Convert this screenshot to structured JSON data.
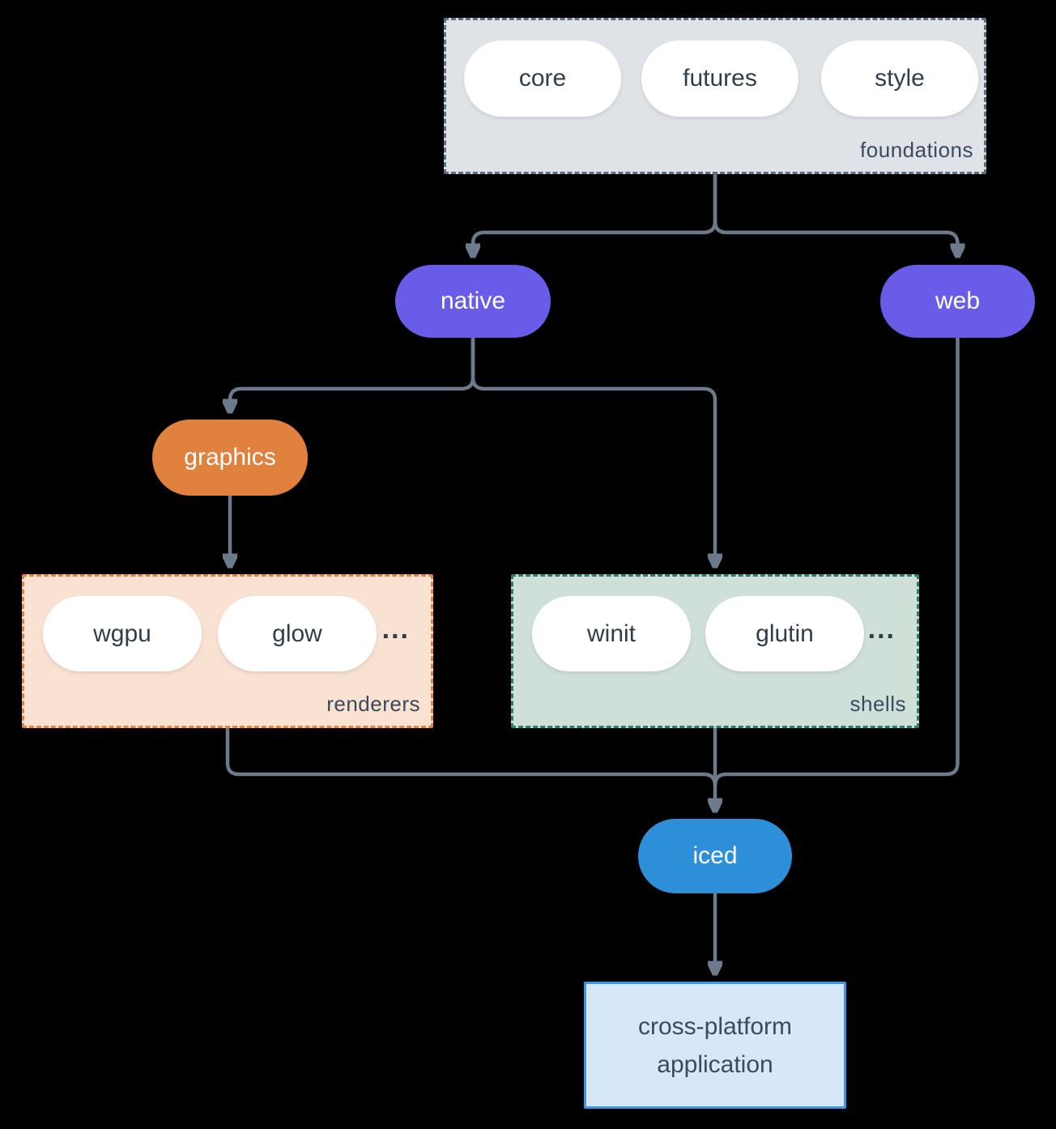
{
  "groups": {
    "foundations": {
      "label": "foundations",
      "pills": [
        "core",
        "futures",
        "style"
      ]
    },
    "renderers": {
      "label": "renderers",
      "pills": [
        "wgpu",
        "glow"
      ],
      "ellipsis": "..."
    },
    "shells": {
      "label": "shells",
      "pills": [
        "winit",
        "glutin"
      ],
      "ellipsis": "..."
    }
  },
  "nodes": {
    "native": "native",
    "web": "web",
    "graphics": "graphics",
    "iced": "iced",
    "application": {
      "line1": "cross-platform",
      "line2": "application"
    }
  },
  "colors": {
    "background": "#000000",
    "arrow": "#6b7b8c",
    "pill_fill": "#ffffff",
    "pill_text": "#2f3e4d",
    "group_label_text": "#3a4b5e",
    "purple": "#695ce8",
    "orange": "#e0813d",
    "blue": "#2e8fd9",
    "foundations_fill": "#dfe3e7",
    "foundations_border": "#5f7080",
    "renderers_fill": "#f9e2d2",
    "renderers_border": "#e5813c",
    "shells_fill": "#cfe0d9",
    "shells_border": "#2c7f70",
    "application_fill": "#d6e8f8",
    "application_border": "#3e97e2"
  }
}
